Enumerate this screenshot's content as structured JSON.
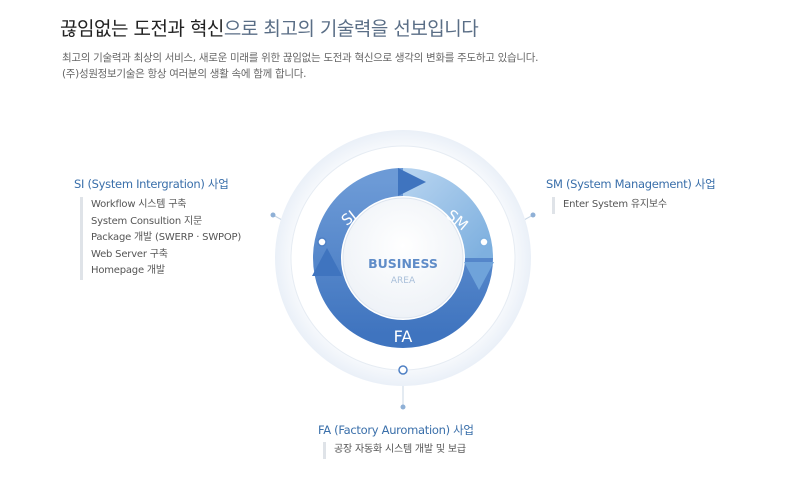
{
  "header": {
    "headline_strong": "끊임없는 도전과 혁신",
    "headline_rest": "으로 최고의 기술력을 선보입니다",
    "intro_lines": [
      "최고의 기술력과 최상의 서비스, 새로운 미래를 위한 끊임없는 도전과 혁신으로 생각의 변화를 주도하고 있습니다.",
      "(주)성원정보기술은 항상 여러분의 생활 속에 함께 합니다."
    ]
  },
  "diagram": {
    "center_title": "BUSINESS",
    "center_subtitle": "AREA",
    "segments": {
      "si": "SI",
      "sm": "SM",
      "fa": "FA"
    }
  },
  "blocks": {
    "si": {
      "title": "SI (System Intergration) 사업",
      "items": [
        "Workflow 시스템 구축",
        "System Consultion 지문",
        "Package 개발 (SWERP · SWPOP)",
        "Web Server 구축",
        "Homepage 개발"
      ]
    },
    "sm": {
      "title": "SM (System Management) 사업",
      "items": [
        "Enter System 유지보수"
      ]
    },
    "fa": {
      "title": "FA (Factory Auromation) 사업",
      "items": [
        "공장 자동화 시스템 개발 및 보급"
      ]
    }
  },
  "colors": {
    "accent": "#3a6faa",
    "ring_dark": "#4f80c4",
    "ring_light": "#8fb8e2",
    "halo": "#eef3f9"
  }
}
